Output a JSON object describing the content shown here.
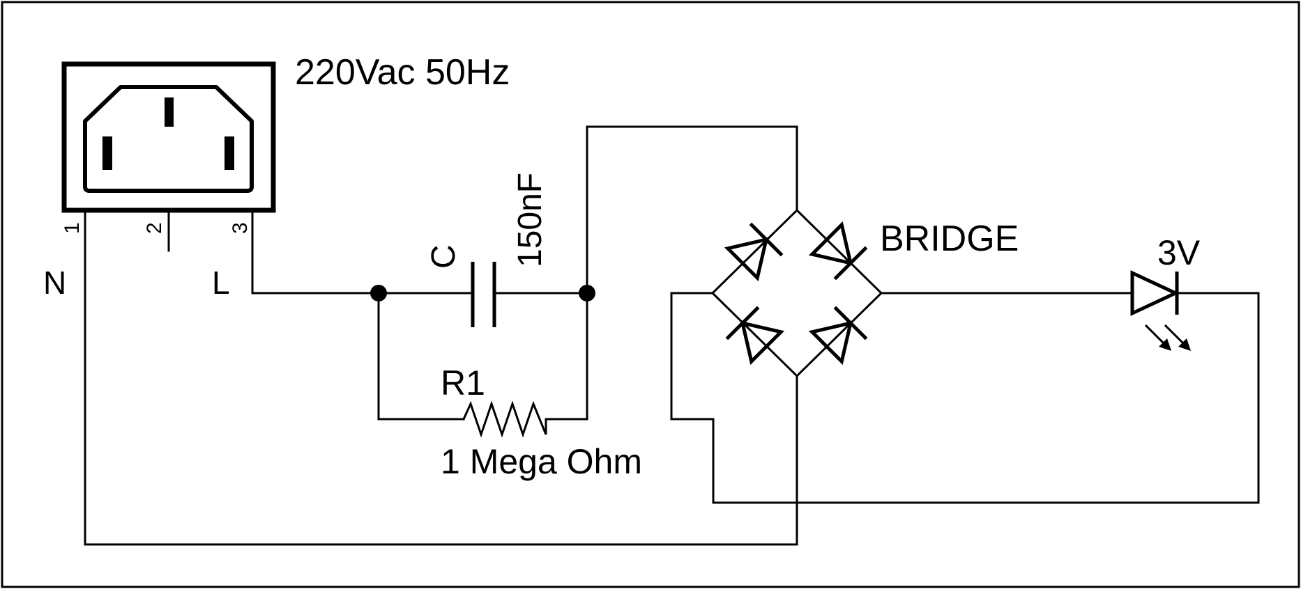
{
  "connector": {
    "label": "220Vac 50Hz",
    "pins": [
      "1",
      "2",
      "3"
    ],
    "neutral_label": "N",
    "line_label": "L"
  },
  "capacitor": {
    "name": "C",
    "value": "150nF"
  },
  "resistor": {
    "name": "R1",
    "value": "1 Mega Ohm"
  },
  "bridge": {
    "label": "BRIDGE"
  },
  "led": {
    "label": "3V"
  },
  "colors": {
    "ink": "#000000",
    "background": "#ffffff"
  }
}
